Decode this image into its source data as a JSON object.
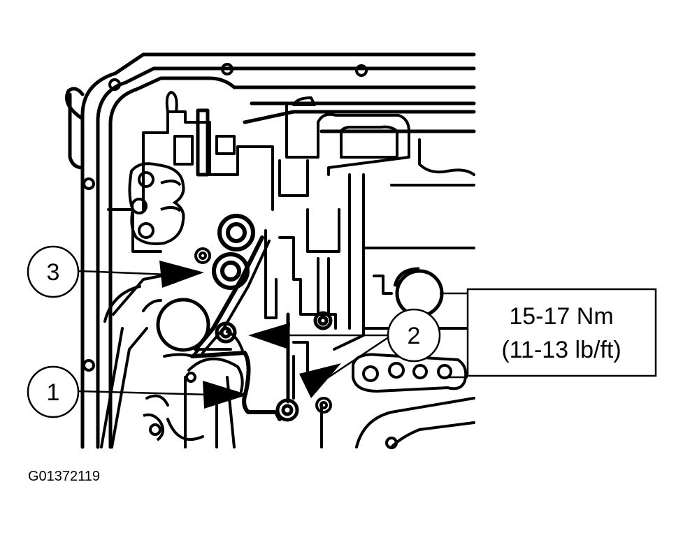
{
  "figure_id": "G01372119",
  "callouts": [
    {
      "number": "1"
    },
    {
      "number": "2"
    },
    {
      "number": "3"
    }
  ],
  "torque": {
    "line1": "15-17 Nm",
    "line2": "(11-13 lb/ft)"
  }
}
